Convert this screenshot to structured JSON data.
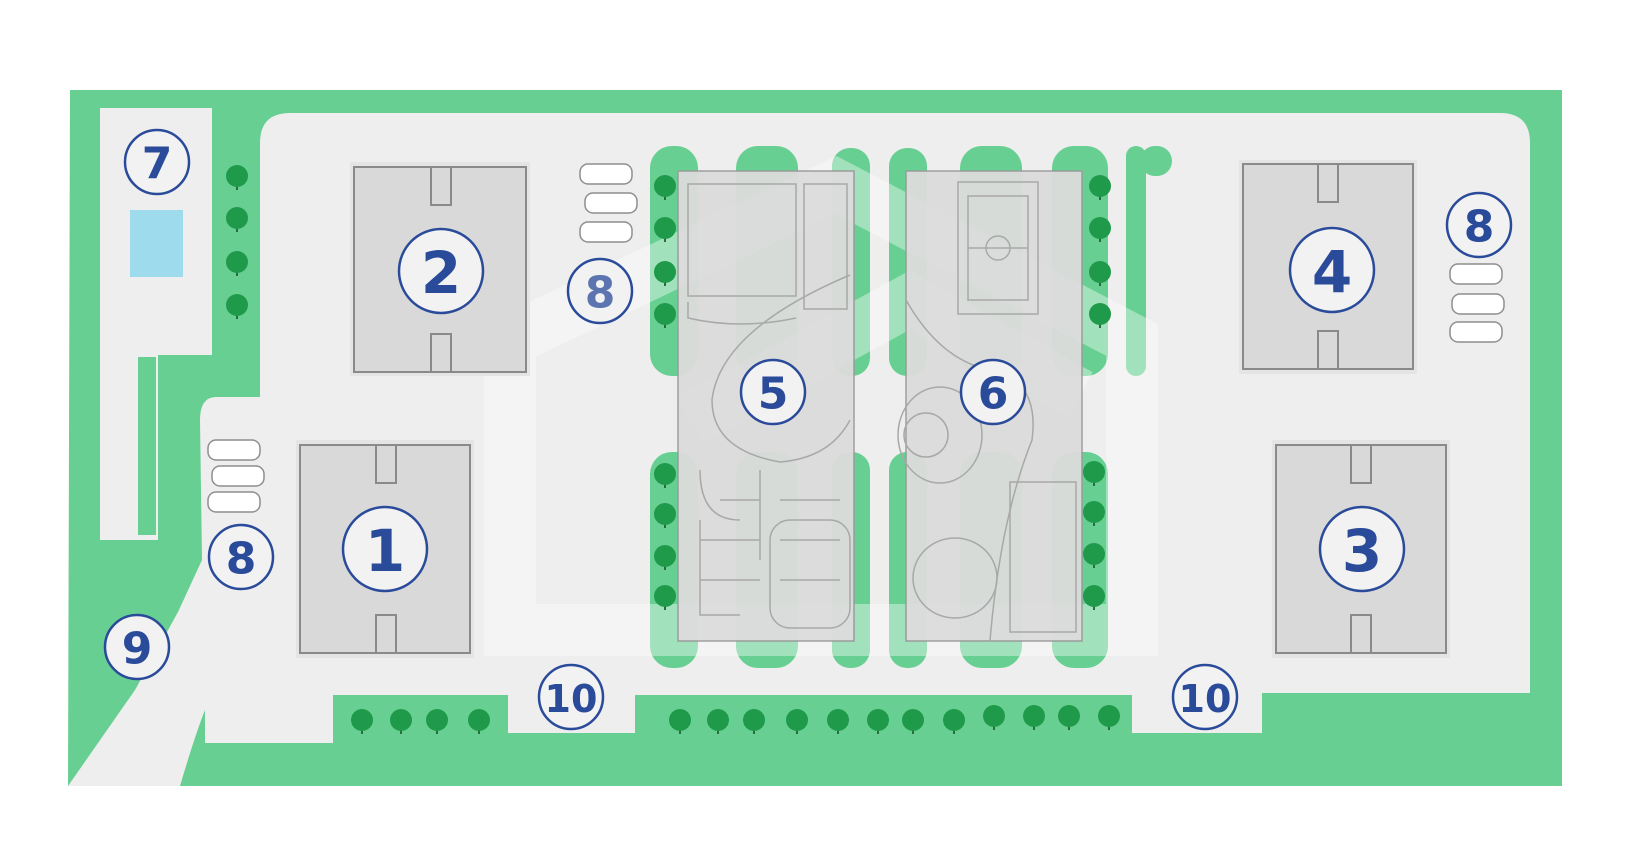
{
  "map": {
    "colors": {
      "background": "#ffffff",
      "green": "#68cf92",
      "road": "#eeeeee",
      "building": "#d9d9d9",
      "label": "#2a4a9a",
      "water": "#9edced",
      "tree": "#1f9a4a"
    },
    "labels": [
      {
        "id": "label-7",
        "text": "7"
      },
      {
        "id": "label-2",
        "text": "2"
      },
      {
        "id": "label-8-a",
        "text": "8"
      },
      {
        "id": "label-5",
        "text": "5"
      },
      {
        "id": "label-6",
        "text": "6"
      },
      {
        "id": "label-4",
        "text": "4"
      },
      {
        "id": "label-8-b",
        "text": "8"
      },
      {
        "id": "label-1",
        "text": "1"
      },
      {
        "id": "label-8-c",
        "text": "8"
      },
      {
        "id": "label-3",
        "text": "3"
      },
      {
        "id": "label-9",
        "text": "9"
      },
      {
        "id": "label-10-a",
        "text": "10"
      },
      {
        "id": "label-10-b",
        "text": "10"
      }
    ]
  }
}
